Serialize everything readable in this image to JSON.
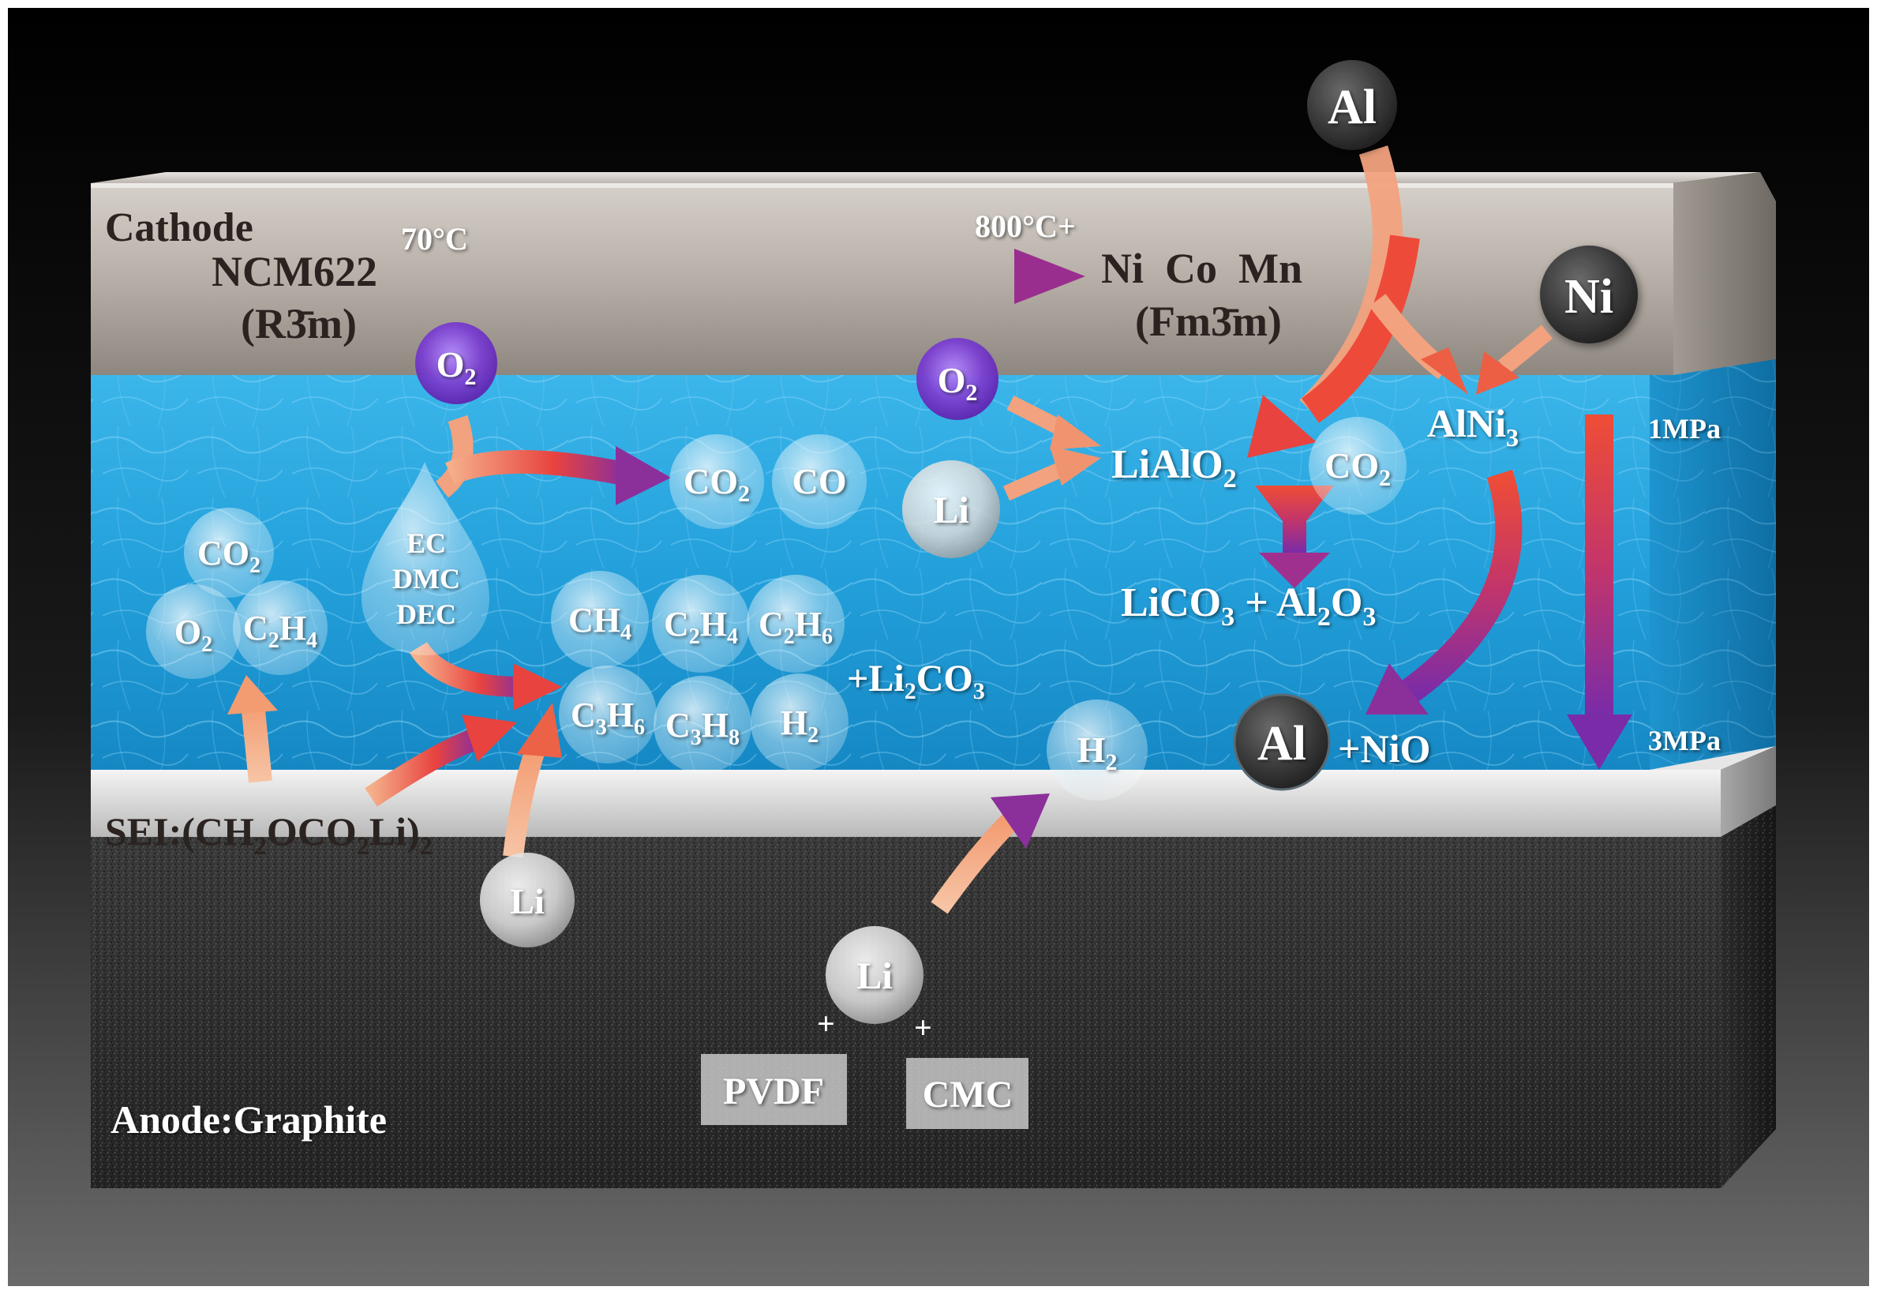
{
  "layers": {
    "cathode": {
      "title": "Cathode",
      "material": "NCM622",
      "phase_start": "(R3̄m)",
      "temp_start": "70°C",
      "temp_end": "800°C+",
      "product": "Ni  Co  Mn",
      "phase_end": "(Fm3̄m)"
    },
    "sei": {
      "prefix": "SEI:(CH",
      "s1": "2",
      "mid1": "OCO",
      "s2": "2",
      "mid2": "Li)",
      "s3": "2"
    },
    "anode": {
      "title": "Anode:Graphite"
    }
  },
  "electrolyte": {
    "solvents": [
      "EC",
      "DMC",
      "DEC"
    ]
  },
  "particles": {
    "al_top": "Al",
    "ni": "Ni",
    "al_product": "Al",
    "o2_left": {
      "base": "O",
      "sub": "2"
    },
    "o2_mid": {
      "base": "O",
      "sub": "2"
    },
    "co2_left": {
      "base": "CO",
      "sub": "2"
    },
    "o2_cluster": {
      "base": "O",
      "sub": "2"
    },
    "c2h4_left": {
      "b1": "C",
      "s1": "2",
      "b2": "H",
      "s2": "4"
    },
    "co2_center": {
      "base": "CO",
      "sub": "2"
    },
    "co_center": "CO",
    "li_mid": "Li",
    "co2_right": {
      "base": "CO",
      "sub": "2"
    },
    "ch4": {
      "b1": "CH",
      "s1": "4"
    },
    "c2h4": {
      "b1": "C",
      "s1": "2",
      "b2": "H",
      "s2": "4"
    },
    "c2h6": {
      "b1": "C",
      "s1": "2",
      "b2": "H",
      "s2": "6"
    },
    "c3h6": {
      "b1": "C",
      "s1": "3",
      "b2": "H",
      "s2": "6"
    },
    "c3h8": {
      "b1": "C",
      "s1": "3",
      "b2": "H",
      "s2": "8"
    },
    "h2_cluster": {
      "base": "H",
      "sub": "2"
    },
    "h2_right": {
      "base": "H",
      "sub": "2"
    },
    "li_sei": "Li",
    "li_anode": "Li"
  },
  "labels": {
    "lialo2": {
      "base": "LiAlO",
      "sub": "2"
    },
    "alni3": {
      "base": "AlNi",
      "sub": "3"
    },
    "li2co3": {
      "pre": "+Li",
      "s1": "2",
      "mid": "CO",
      "s2": "3"
    },
    "lico3_al2o3": {
      "a": "LiCO",
      "s1": "3",
      "b": " + Al",
      "s2": "2",
      "c": "O",
      "s3": "3"
    },
    "nio": "+NiO",
    "pressure_top": "1MPa",
    "pressure_bottom": "3MPa",
    "plus_left": "+",
    "plus_right": "+",
    "pvdf": "PVDF",
    "cmc": "CMC"
  },
  "colors": {
    "electrolyte": "#2ea7e0",
    "cathode": "#b8b1aa",
    "anode": "#2c2c2c",
    "arrow_start": "#f2a880",
    "arrow_mid": "#e8433f",
    "arrow_end": "#8b2f9a",
    "o2_particle": "#7a3fd0"
  }
}
